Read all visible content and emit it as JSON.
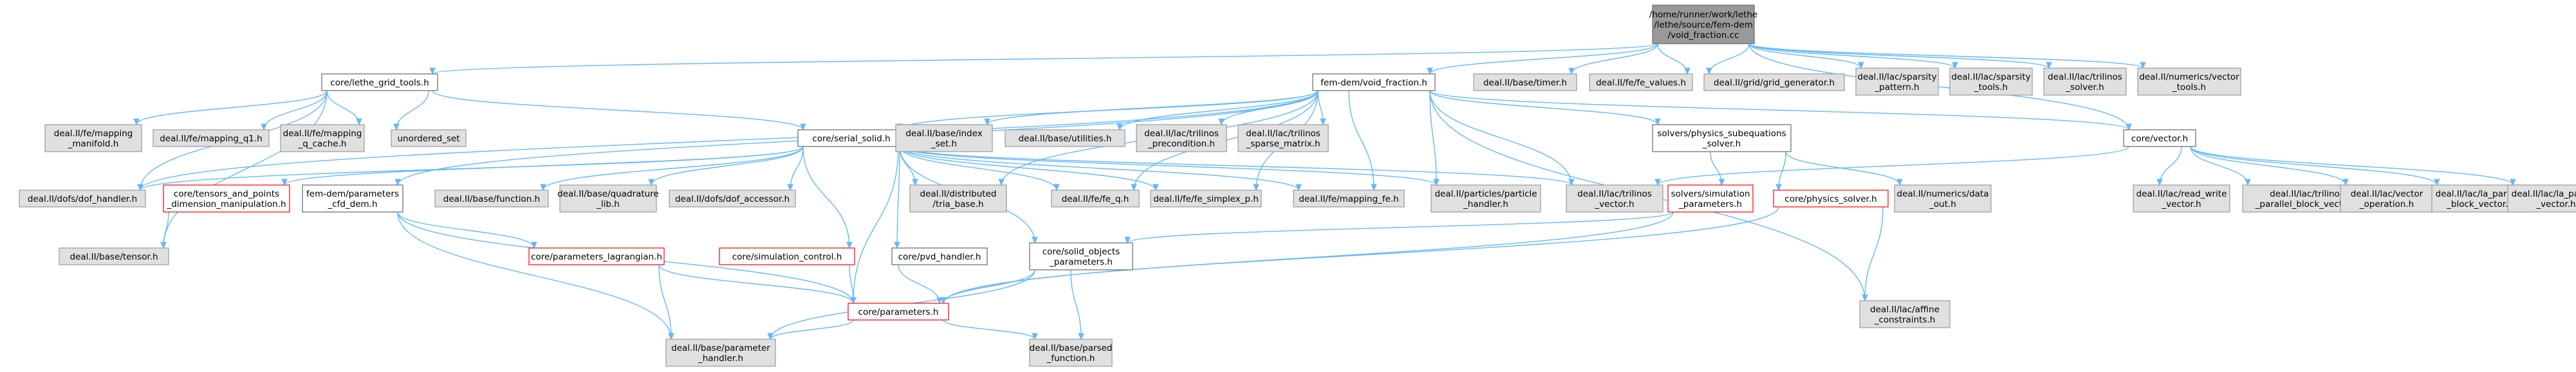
{
  "nodes": {
    "root": {
      "lines": [
        "/home/runner/work/lethe",
        "/lethe/source/fem-dem",
        "/void_fraction.cc"
      ],
      "kind": "root"
    },
    "lethe_grid_tools": {
      "lines": [
        "core/lethe_grid_tools.h"
      ],
      "kind": "local"
    },
    "fem_void_fraction": {
      "lines": [
        "fem-dem/void_fraction.h"
      ],
      "kind": "local"
    },
    "timer": {
      "lines": [
        "deal.II/base/timer.h"
      ],
      "kind": "system"
    },
    "fe_values": {
      "lines": [
        "deal.II/fe/fe_values.h"
      ],
      "kind": "system"
    },
    "grid_generator": {
      "lines": [
        "deal.II/grid/grid_generator.h"
      ],
      "kind": "system"
    },
    "sparsity_pattern": {
      "lines": [
        "deal.II/lac/sparsity",
        "_pattern.h"
      ],
      "kind": "system"
    },
    "sparsity_tools": {
      "lines": [
        "deal.II/lac/sparsity",
        "_tools.h"
      ],
      "kind": "system"
    },
    "trilinos_solver": {
      "lines": [
        "deal.II/lac/trilinos",
        "_solver.h"
      ],
      "kind": "system"
    },
    "vector_tools": {
      "lines": [
        "deal.II/numerics/vector",
        "_tools.h"
      ],
      "kind": "system"
    },
    "mapping_manifold": {
      "lines": [
        "deal.II/fe/mapping",
        "_manifold.h"
      ],
      "kind": "system"
    },
    "mapping_q1": {
      "lines": [
        "deal.II/fe/mapping_q1.h"
      ],
      "kind": "system"
    },
    "mapping_q_cache": {
      "lines": [
        "deal.II/fe/mapping",
        "_q_cache.h"
      ],
      "kind": "system"
    },
    "unordered_set": {
      "lines": [
        "unordered_set"
      ],
      "kind": "system"
    },
    "serial_solid": {
      "lines": [
        "core/serial_solid.h"
      ],
      "kind": "local"
    },
    "index_set": {
      "lines": [
        "deal.II/base/index",
        "_set.h"
      ],
      "kind": "system"
    },
    "utilities": {
      "lines": [
        "deal.II/base/utilities.h"
      ],
      "kind": "system"
    },
    "trilinos_precondition": {
      "lines": [
        "deal.II/lac/trilinos",
        "_precondition.h"
      ],
      "kind": "system"
    },
    "trilinos_sparse_matrix": {
      "lines": [
        "deal.II/lac/trilinos",
        "_sparse_matrix.h"
      ],
      "kind": "system"
    },
    "physics_subequations": {
      "lines": [
        "solvers/physics_subequations",
        "_solver.h"
      ],
      "kind": "local"
    },
    "core_vector": {
      "lines": [
        "core/vector.h"
      ],
      "kind": "local"
    },
    "dof_handler": {
      "lines": [
        "deal.II/dofs/dof_handler.h"
      ],
      "kind": "system"
    },
    "tensors_and_points": {
      "lines": [
        "core/tensors_and_points",
        "_dimension_manipulation.h"
      ],
      "kind": "local",
      "incomplete": true
    },
    "cfd_dem": {
      "lines": [
        "fem-dem/parameters",
        "_cfd_dem.h"
      ],
      "kind": "local"
    },
    "function": {
      "lines": [
        "deal.II/base/function.h"
      ],
      "kind": "system"
    },
    "quadrature_lib": {
      "lines": [
        "deal.II/base/quadrature",
        "_lib.h"
      ],
      "kind": "system"
    },
    "dof_accessor": {
      "lines": [
        "deal.II/dofs/dof_accessor.h"
      ],
      "kind": "system"
    },
    "tria_base": {
      "lines": [
        "deal.II/distributed",
        "/tria_base.h"
      ],
      "kind": "system"
    },
    "fe_q": {
      "lines": [
        "deal.II/fe/fe_q.h"
      ],
      "kind": "system"
    },
    "fe_simplex_p": {
      "lines": [
        "deal.II/fe/fe_simplex_p.h"
      ],
      "kind": "system"
    },
    "mapping_fe": {
      "lines": [
        "deal.II/fe/mapping_fe.h"
      ],
      "kind": "system"
    },
    "particle_handler": {
      "lines": [
        "deal.II/particles/particle",
        "_handler.h"
      ],
      "kind": "system"
    },
    "trilinos_vector": {
      "lines": [
        "deal.II/lac/trilinos",
        "_vector.h"
      ],
      "kind": "system"
    },
    "sim_parameters": {
      "lines": [
        "solvers/simulation",
        "_parameters.h"
      ],
      "kind": "local",
      "incomplete": true
    },
    "physics_solver": {
      "lines": [
        "core/physics_solver.h"
      ],
      "kind": "local",
      "incomplete": true
    },
    "data_out": {
      "lines": [
        "deal.II/numerics/data",
        "_out.h"
      ],
      "kind": "system"
    },
    "read_write_vector": {
      "lines": [
        "deal.II/lac/read_write",
        "_vector.h"
      ],
      "kind": "system"
    },
    "parallel_block_vector": {
      "lines": [
        "deal.II/lac/trilinos",
        "_parallel_block_vector.h"
      ],
      "kind": "system"
    },
    "vector_operation": {
      "lines": [
        "deal.II/lac/vector",
        "_operation.h"
      ],
      "kind": "system"
    },
    "la_parallel_block_vector": {
      "lines": [
        "deal.II/lac/la_parallel",
        "_block_vector.h"
      ],
      "kind": "system"
    },
    "la_parallel_vector": {
      "lines": [
        "deal.II/lac/la_parallel",
        "_vector.h"
      ],
      "kind": "system"
    },
    "tensor": {
      "lines": [
        "deal.II/base/tensor.h"
      ],
      "kind": "system"
    },
    "parameters_lagrangian": {
      "lines": [
        "core/parameters_lagrangian.h"
      ],
      "kind": "local",
      "incomplete": true
    },
    "simulation_control": {
      "lines": [
        "core/simulation_control.h"
      ],
      "kind": "local",
      "incomplete": true
    },
    "pvd_handler": {
      "lines": [
        "core/pvd_handler.h"
      ],
      "kind": "local"
    },
    "solid_objects": {
      "lines": [
        "core/solid_objects",
        "_parameters.h"
      ],
      "kind": "local"
    },
    "affine_constraints": {
      "lines": [
        "deal.II/lac/affine",
        "_constraints.h"
      ],
      "kind": "system"
    },
    "core_parameters": {
      "lines": [
        "core/parameters.h"
      ],
      "kind": "local",
      "incomplete": true
    },
    "parameter_handler": {
      "lines": [
        "deal.II/base/parameter",
        "_handler.h"
      ],
      "kind": "system"
    },
    "parsed_function": {
      "lines": [
        "deal.II/base/parsed",
        "_function.h"
      ],
      "kind": "system"
    }
  },
  "edges": [
    [
      "root",
      "lethe_grid_tools"
    ],
    [
      "root",
      "fem_void_fraction"
    ],
    [
      "root",
      "timer"
    ],
    [
      "root",
      "fe_values"
    ],
    [
      "root",
      "grid_generator"
    ],
    [
      "root",
      "sparsity_pattern"
    ],
    [
      "root",
      "sparsity_tools"
    ],
    [
      "root",
      "trilinos_solver"
    ],
    [
      "root",
      "vector_tools"
    ],
    [
      "root",
      "core_vector"
    ],
    [
      "lethe_grid_tools",
      "mapping_manifold"
    ],
    [
      "lethe_grid_tools",
      "mapping_q1"
    ],
    [
      "lethe_grid_tools",
      "mapping_q_cache"
    ],
    [
      "lethe_grid_tools",
      "unordered_set"
    ],
    [
      "lethe_grid_tools",
      "serial_solid"
    ],
    [
      "lethe_grid_tools",
      "dof_handler"
    ],
    [
      "lethe_grid_tools",
      "tensor"
    ],
    [
      "fem_void_fraction",
      "index_set"
    ],
    [
      "fem_void_fraction",
      "utilities"
    ],
    [
      "fem_void_fraction",
      "trilinos_precondition"
    ],
    [
      "fem_void_fraction",
      "trilinos_sparse_matrix"
    ],
    [
      "fem_void_fraction",
      "physics_subequations"
    ],
    [
      "fem_void_fraction",
      "core_vector"
    ],
    [
      "fem_void_fraction",
      "serial_solid"
    ],
    [
      "fem_void_fraction",
      "dof_handler"
    ],
    [
      "fem_void_fraction",
      "cfd_dem"
    ],
    [
      "fem_void_fraction",
      "tria_base"
    ],
    [
      "fem_void_fraction",
      "fe_q"
    ],
    [
      "fem_void_fraction",
      "fe_simplex_p"
    ],
    [
      "fem_void_fraction",
      "mapping_fe"
    ],
    [
      "fem_void_fraction",
      "particle_handler"
    ],
    [
      "fem_void_fraction",
      "trilinos_vector"
    ],
    [
      "fem_void_fraction",
      "affine_constraints"
    ],
    [
      "serial_solid",
      "dof_handler"
    ],
    [
      "serial_solid",
      "tensors_and_points"
    ],
    [
      "serial_solid",
      "function"
    ],
    [
      "serial_solid",
      "quadrature_lib"
    ],
    [
      "serial_solid",
      "dof_accessor"
    ],
    [
      "serial_solid",
      "tria_base"
    ],
    [
      "serial_solid",
      "fe_q"
    ],
    [
      "serial_solid",
      "fe_simplex_p"
    ],
    [
      "serial_solid",
      "mapping_fe"
    ],
    [
      "serial_solid",
      "particle_handler"
    ],
    [
      "serial_solid",
      "trilinos_vector"
    ],
    [
      "serial_solid",
      "simulation_control"
    ],
    [
      "serial_solid",
      "pvd_handler"
    ],
    [
      "serial_solid",
      "solid_objects"
    ],
    [
      "serial_solid",
      "core_parameters"
    ],
    [
      "physics_subequations",
      "sim_parameters"
    ],
    [
      "physics_subequations",
      "physics_solver"
    ],
    [
      "physics_subequations",
      "data_out"
    ],
    [
      "core_vector",
      "trilinos_vector"
    ],
    [
      "core_vector",
      "read_write_vector"
    ],
    [
      "core_vector",
      "parallel_block_vector"
    ],
    [
      "core_vector",
      "vector_operation"
    ],
    [
      "core_vector",
      "la_parallel_block_vector"
    ],
    [
      "core_vector",
      "la_parallel_vector"
    ],
    [
      "tensors_and_points",
      "tensor"
    ],
    [
      "cfd_dem",
      "parameters_lagrangian"
    ],
    [
      "cfd_dem",
      "core_parameters"
    ],
    [
      "cfd_dem",
      "parameter_handler"
    ],
    [
      "sim_parameters",
      "core_parameters"
    ],
    [
      "sim_parameters",
      "solid_objects"
    ],
    [
      "physics_solver",
      "core_parameters"
    ],
    [
      "physics_solver",
      "affine_constraints"
    ],
    [
      "parameters_lagrangian",
      "core_parameters"
    ],
    [
      "parameters_lagrangian",
      "parameter_handler"
    ],
    [
      "simulation_control",
      "core_parameters"
    ],
    [
      "pvd_handler",
      "core_parameters"
    ],
    [
      "solid_objects",
      "core_parameters"
    ],
    [
      "solid_objects",
      "parameter_handler"
    ],
    [
      "solid_objects",
      "parsed_function"
    ],
    [
      "core_parameters",
      "parameter_handler"
    ],
    [
      "core_parameters",
      "parsed_function"
    ]
  ],
  "colors": {
    "edge": "#63b8ff",
    "system_fill": "#e0e0e0",
    "root_fill": "#999999",
    "incomplete_border": "#ff0000"
  }
}
